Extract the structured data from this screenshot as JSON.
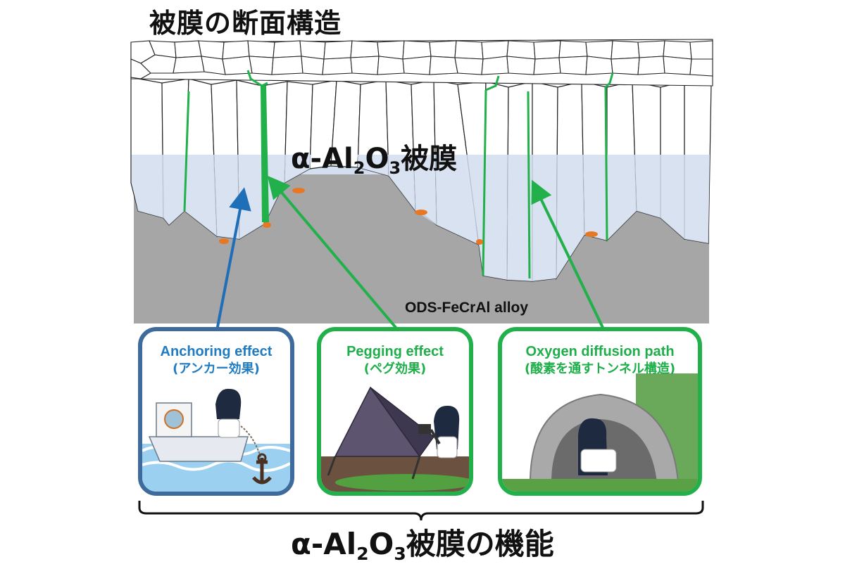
{
  "title": "被膜の断面構造",
  "film_label": {
    "alpha": "α-Al",
    "sub1": "2",
    "o": "O",
    "sub2": "3",
    "suffix": "被膜"
  },
  "alloy_label": "ODS-FeCrAl alloy",
  "cards": [
    {
      "title": "Anchoring effect",
      "subtitle": "(アンカー効果)",
      "color": "#1f7bc2",
      "border": "#3e6b9b"
    },
    {
      "title": "Pegging effect",
      "subtitle": "(ペグ効果)",
      "color": "#1eae4a",
      "border": "#22b04a"
    },
    {
      "title": "Oxygen diffusion path",
      "subtitle": "(酸素を通すトンネル構造)",
      "color": "#1eae4a",
      "border": "#22b04a"
    }
  ],
  "bottom_label": {
    "alpha": "α-Al",
    "sub1": "2",
    "o": "O",
    "sub2": "3",
    "suffix": "被膜の機能"
  },
  "colors": {
    "alloy": "#a6a6a6",
    "film": "#d3deef",
    "grain_boundary": "#22b04a",
    "oxide_particle": "#e87722",
    "anchor_arrow": "#1f6fb8"
  }
}
